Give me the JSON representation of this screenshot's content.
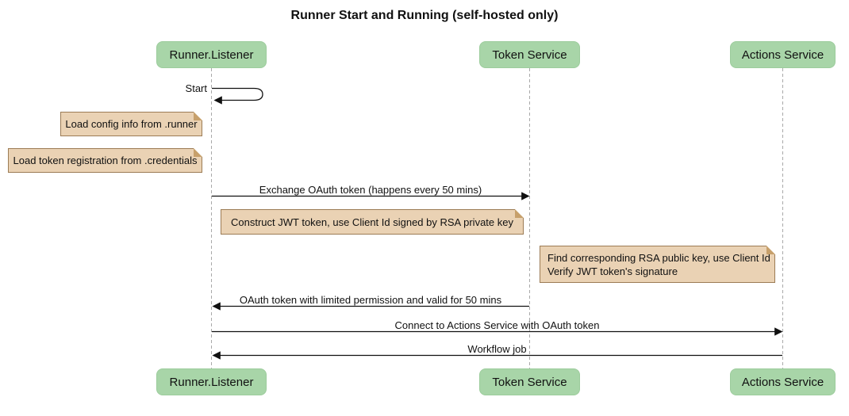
{
  "title": "Runner Start and Running (self-hosted only)",
  "diagram_type": "sequence",
  "colors": {
    "background": "#ffffff",
    "actor_fill": "#a8d5a8",
    "note_fill": "#ead2b4",
    "note_border": "#9c7c55",
    "lifeline": "#a9a9a9",
    "arrow": "#111111"
  },
  "participants": [
    {
      "name": "Runner.Listener"
    },
    {
      "name": "Token Service"
    },
    {
      "name": "Actions Service"
    }
  ],
  "messages": [
    {
      "label": "Start",
      "from": "Runner.Listener",
      "to": "Runner.Listener",
      "kind": "self"
    },
    {
      "label": "Exchange OAuth token (happens every 50 mins)",
      "from": "Runner.Listener",
      "to": "Token Service",
      "kind": "solid"
    },
    {
      "label": "OAuth token with limited permission and valid for 50 mins",
      "from": "Token Service",
      "to": "Runner.Listener",
      "kind": "solid"
    },
    {
      "label": "Connect to Actions Service with OAuth token",
      "from": "Runner.Listener",
      "to": "Actions Service",
      "kind": "solid"
    },
    {
      "label": "Workflow job",
      "from": "Actions Service",
      "to": "Runner.Listener",
      "kind": "solid"
    }
  ],
  "notes": [
    {
      "text": "Load config info from .runner",
      "anchor": "left of Runner.Listener"
    },
    {
      "text": "Load token registration from .credentials",
      "anchor": "left of Runner.Listener"
    },
    {
      "text": "Construct JWT token, use Client Id signed by RSA private key",
      "anchor": "between Runner.Listener and Token Service"
    },
    {
      "line1": "Find corresponding RSA public key, use Client Id",
      "line2": "Verify JWT token's signature",
      "anchor": "between Token Service and Actions Service"
    }
  ]
}
